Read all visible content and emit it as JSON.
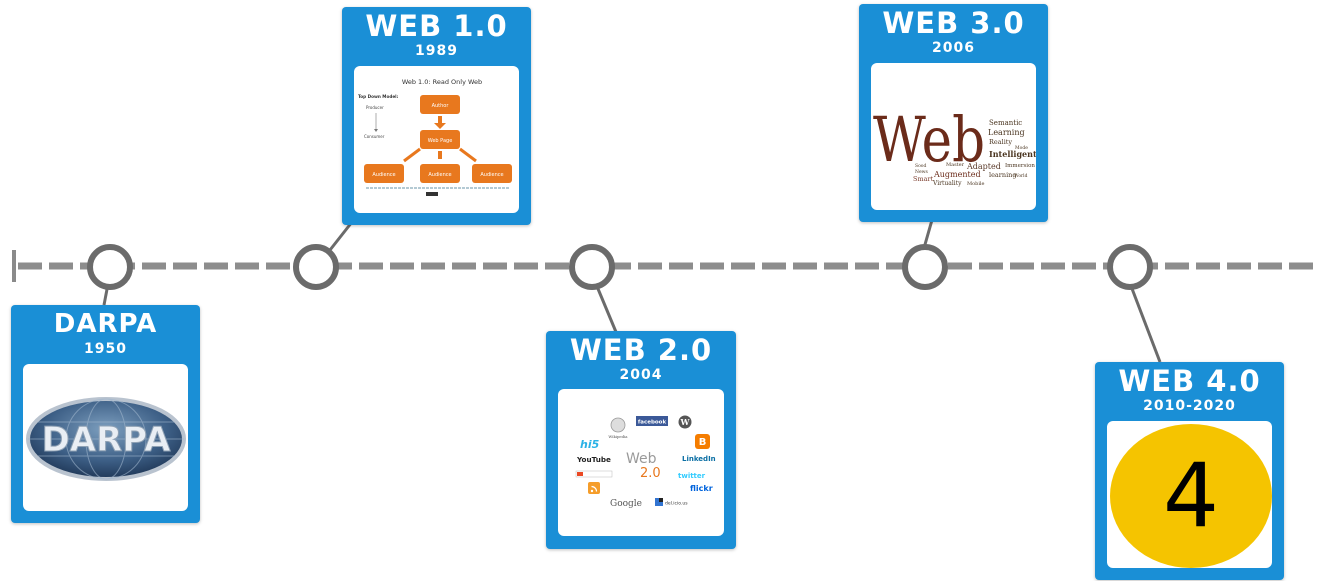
{
  "theme": {
    "card_color": "#1a8fd6",
    "line_color": "#888888",
    "node_border": "#6b6b6b"
  },
  "darpa": {
    "title": "DARPA",
    "year": "1950",
    "logo_text": "DARPA"
  },
  "web1": {
    "title": "WEB 1.0",
    "year": "1989",
    "diagram": {
      "heading": "Web 1.0: Read Only Web",
      "side_title": "Top Down Model:",
      "producer": "Producer",
      "consumer": "Consumer",
      "author": "Author",
      "web_page": "Web Page",
      "audience": "Audience"
    }
  },
  "web2": {
    "title": "WEB 2.0",
    "year": "2004",
    "center_web": "Web",
    "center_ver": "2.0",
    "logos": {
      "facebook": "facebook",
      "hi5": "hi5",
      "youtube": "YouTube",
      "linkedin": "LinkedIn",
      "twitter": "twitter",
      "flickr": "flickr",
      "google": "Google",
      "delicious": "del.icio.us",
      "wikipedia": "Wikipedia"
    }
  },
  "web3": {
    "title": "WEB 3.0",
    "year": "2006",
    "cloud": {
      "main": "Web",
      "words": [
        "Semantic",
        "Learning",
        "Reality",
        "Intelligent",
        "Adapted",
        "Immersion",
        "Augmented",
        "learning",
        "Master",
        "Virtuality",
        "Mobile",
        "Smart",
        "Sood",
        "News",
        "World",
        "Mode"
      ]
    }
  },
  "web4": {
    "title": "WEB 4.0",
    "year": "2010-2020",
    "number": "4",
    "circle_color": "#f5c400"
  }
}
